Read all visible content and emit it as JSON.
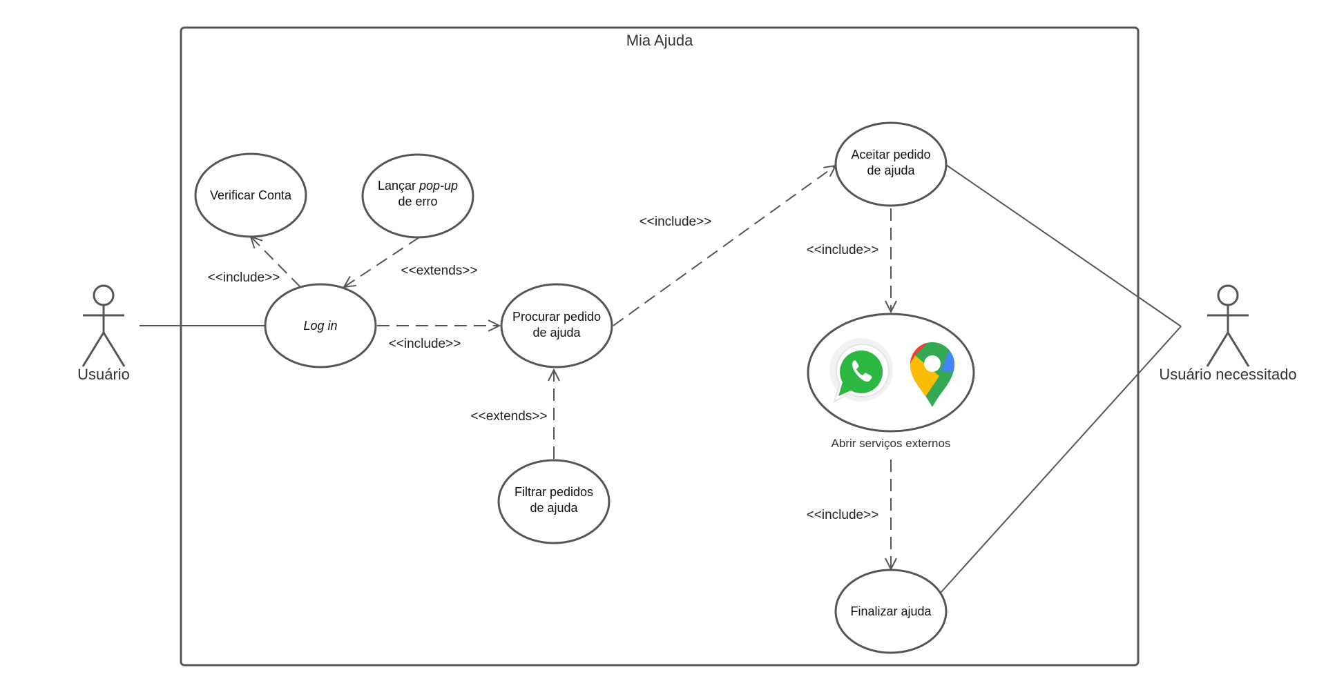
{
  "system": {
    "title": "Mia Ajuda"
  },
  "actors": {
    "left": "Usuário",
    "right": "Usuário necessitado"
  },
  "use_cases": {
    "verificar_conta": "Verificar Conta",
    "lancar_popup_prefix": "Lançar ",
    "lancar_popup_em": "pop-up",
    "lancar_popup_line2": "de erro",
    "log_in": "Log in",
    "procurar_line1": "Procurar pedido",
    "procurar_line2": "de ajuda",
    "filtrar_line1": "Filtrar pedidos",
    "filtrar_line2": "de ajuda",
    "aceitar_line1": "Aceitar pedido",
    "aceitar_line2": "de ajuda",
    "finalizar": "Finalizar ajuda",
    "externos_caption": "Abrir serviços externos"
  },
  "relations": {
    "login_verificar": "<<include>>",
    "popup_login": "<<extends>>",
    "login_procurar": "<<include>>",
    "procurar_aceitar": "<<include>>",
    "filtrar_procurar": "<<extends>>",
    "aceitar_externos": "<<include>>",
    "externos_finalizar": "<<include>>"
  },
  "icons": {
    "whatsapp": "whatsapp-icon",
    "maps": "google-maps-icon"
  },
  "colors": {
    "stroke": "#555555",
    "whatsapp_green": "#2BB741",
    "maps_blue": "#4285F4",
    "maps_green": "#34A853",
    "maps_yellow": "#FBBC04",
    "maps_red": "#EA4335"
  }
}
